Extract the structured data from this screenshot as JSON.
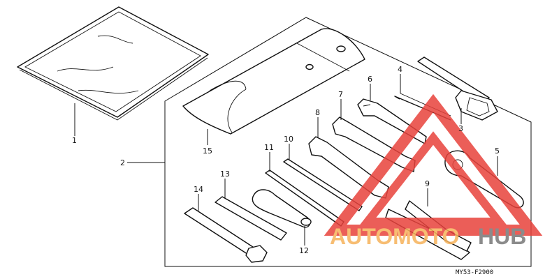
{
  "diagram": {
    "callouts": [
      "1",
      "2",
      "3",
      "4",
      "5",
      "6",
      "7",
      "8",
      "9",
      "10",
      "11",
      "12",
      "13",
      "14",
      "15"
    ],
    "drawing_code": "MY53-F2900"
  },
  "watermark": {
    "brand_left": "AUTOMOTO",
    "brand_right": "HUB",
    "color_left": "#f6b25a",
    "color_right": "#777777",
    "triangle_color": "#e8423c"
  },
  "icons": {
    "bag": "zip-bag-icon",
    "pouch": "tool-pouch-icon",
    "box_wrench": "box-wrench-icon",
    "hex_key": "hex-key-icon",
    "pin_spanner": "pin-spanner-icon",
    "open_wrench": "open-end-wrench-icon",
    "pliers": "pliers-icon",
    "screwdriver": "screwdriver-icon",
    "handle": "handle-bar-icon"
  }
}
